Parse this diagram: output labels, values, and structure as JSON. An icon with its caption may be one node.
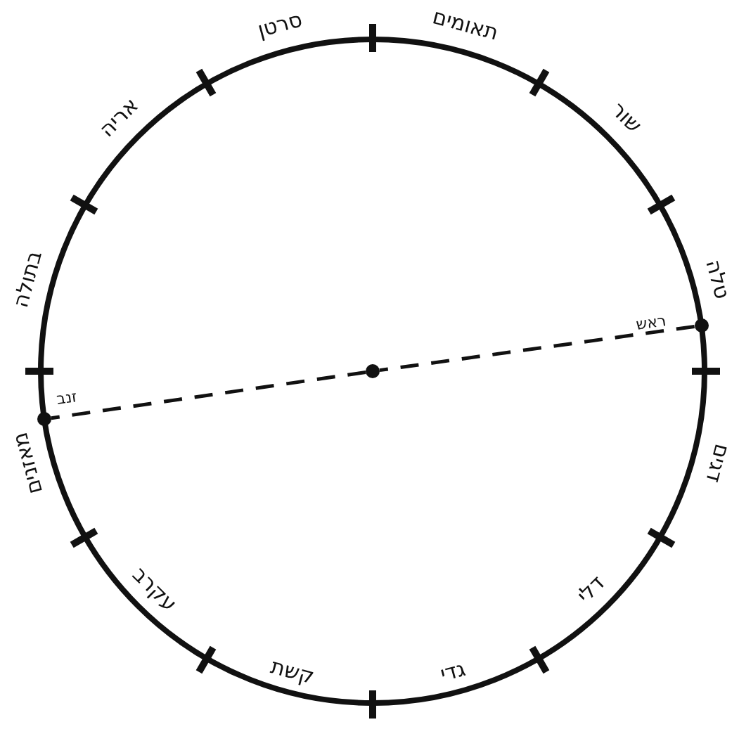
{
  "diagram": {
    "nodes": [
      {
        "text": [],
        "shape": "circle",
        "beside": [
          "ראש"
        ]
      },
      {
        "text": [],
        "shape": "circle"
      },
      {
        "text": [],
        "shape": "circle",
        "beside": [
          "זנב"
        ]
      }
    ],
    "edges": [
      {
        "from": 0,
        "to": 1,
        "arrow": "none",
        "style": "dashed"
      },
      {
        "from": 1,
        "to": 2,
        "arrow": "none",
        "style": "dashed"
      }
    ],
    "labels": [
      "סרטן",
      "תאומים",
      "אריה",
      "שור",
      "בתולה",
      "טלה",
      "מאזנים",
      "דגים",
      "עקרב",
      "דלי",
      "קשת",
      "גדי"
    ]
  }
}
